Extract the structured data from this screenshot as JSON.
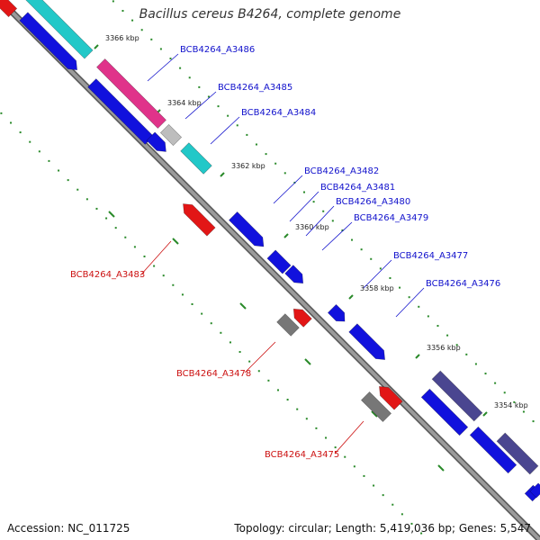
{
  "title": "Bacillus cereus B4264, complete genome",
  "footer": {
    "accession": "Accession: NC_011725",
    "summary": "Topology: circular; Length: 5,419,036 bp; Genes: 5,547"
  },
  "colors": {
    "backbone": "#8a8a8a",
    "tick": "#2a8a2a",
    "forward_label": "#1111cc",
    "reverse_label": "#cc1111",
    "cds_blue": "#1111dd",
    "cds_teal": "#22c8c8",
    "cds_pink": "#e0338a",
    "cds_red": "#e21616",
    "cds_gray": "#777777",
    "cds_lightgray": "#bdbdbd",
    "cds_slate": "#4a4690"
  },
  "kbp_labels": [
    "3366 kbp",
    "3364 kbp",
    "3362 kbp",
    "3360 kbp",
    "3358 kbp",
    "3356 kbp",
    "3354 kbp"
  ],
  "forward_genes": [
    "BCB4264_A3486",
    "BCB4264_A3485",
    "BCB4264_A3484",
    "BCB4264_A3482",
    "BCB4264_A3481",
    "BCB4264_A3480",
    "BCB4264_A3479",
    "BCB4264_A3477",
    "BCB4264_A3476"
  ],
  "reverse_genes": [
    "BCB4264_A3483",
    "BCB4264_A3478",
    "BCB4264_A3475"
  ]
}
